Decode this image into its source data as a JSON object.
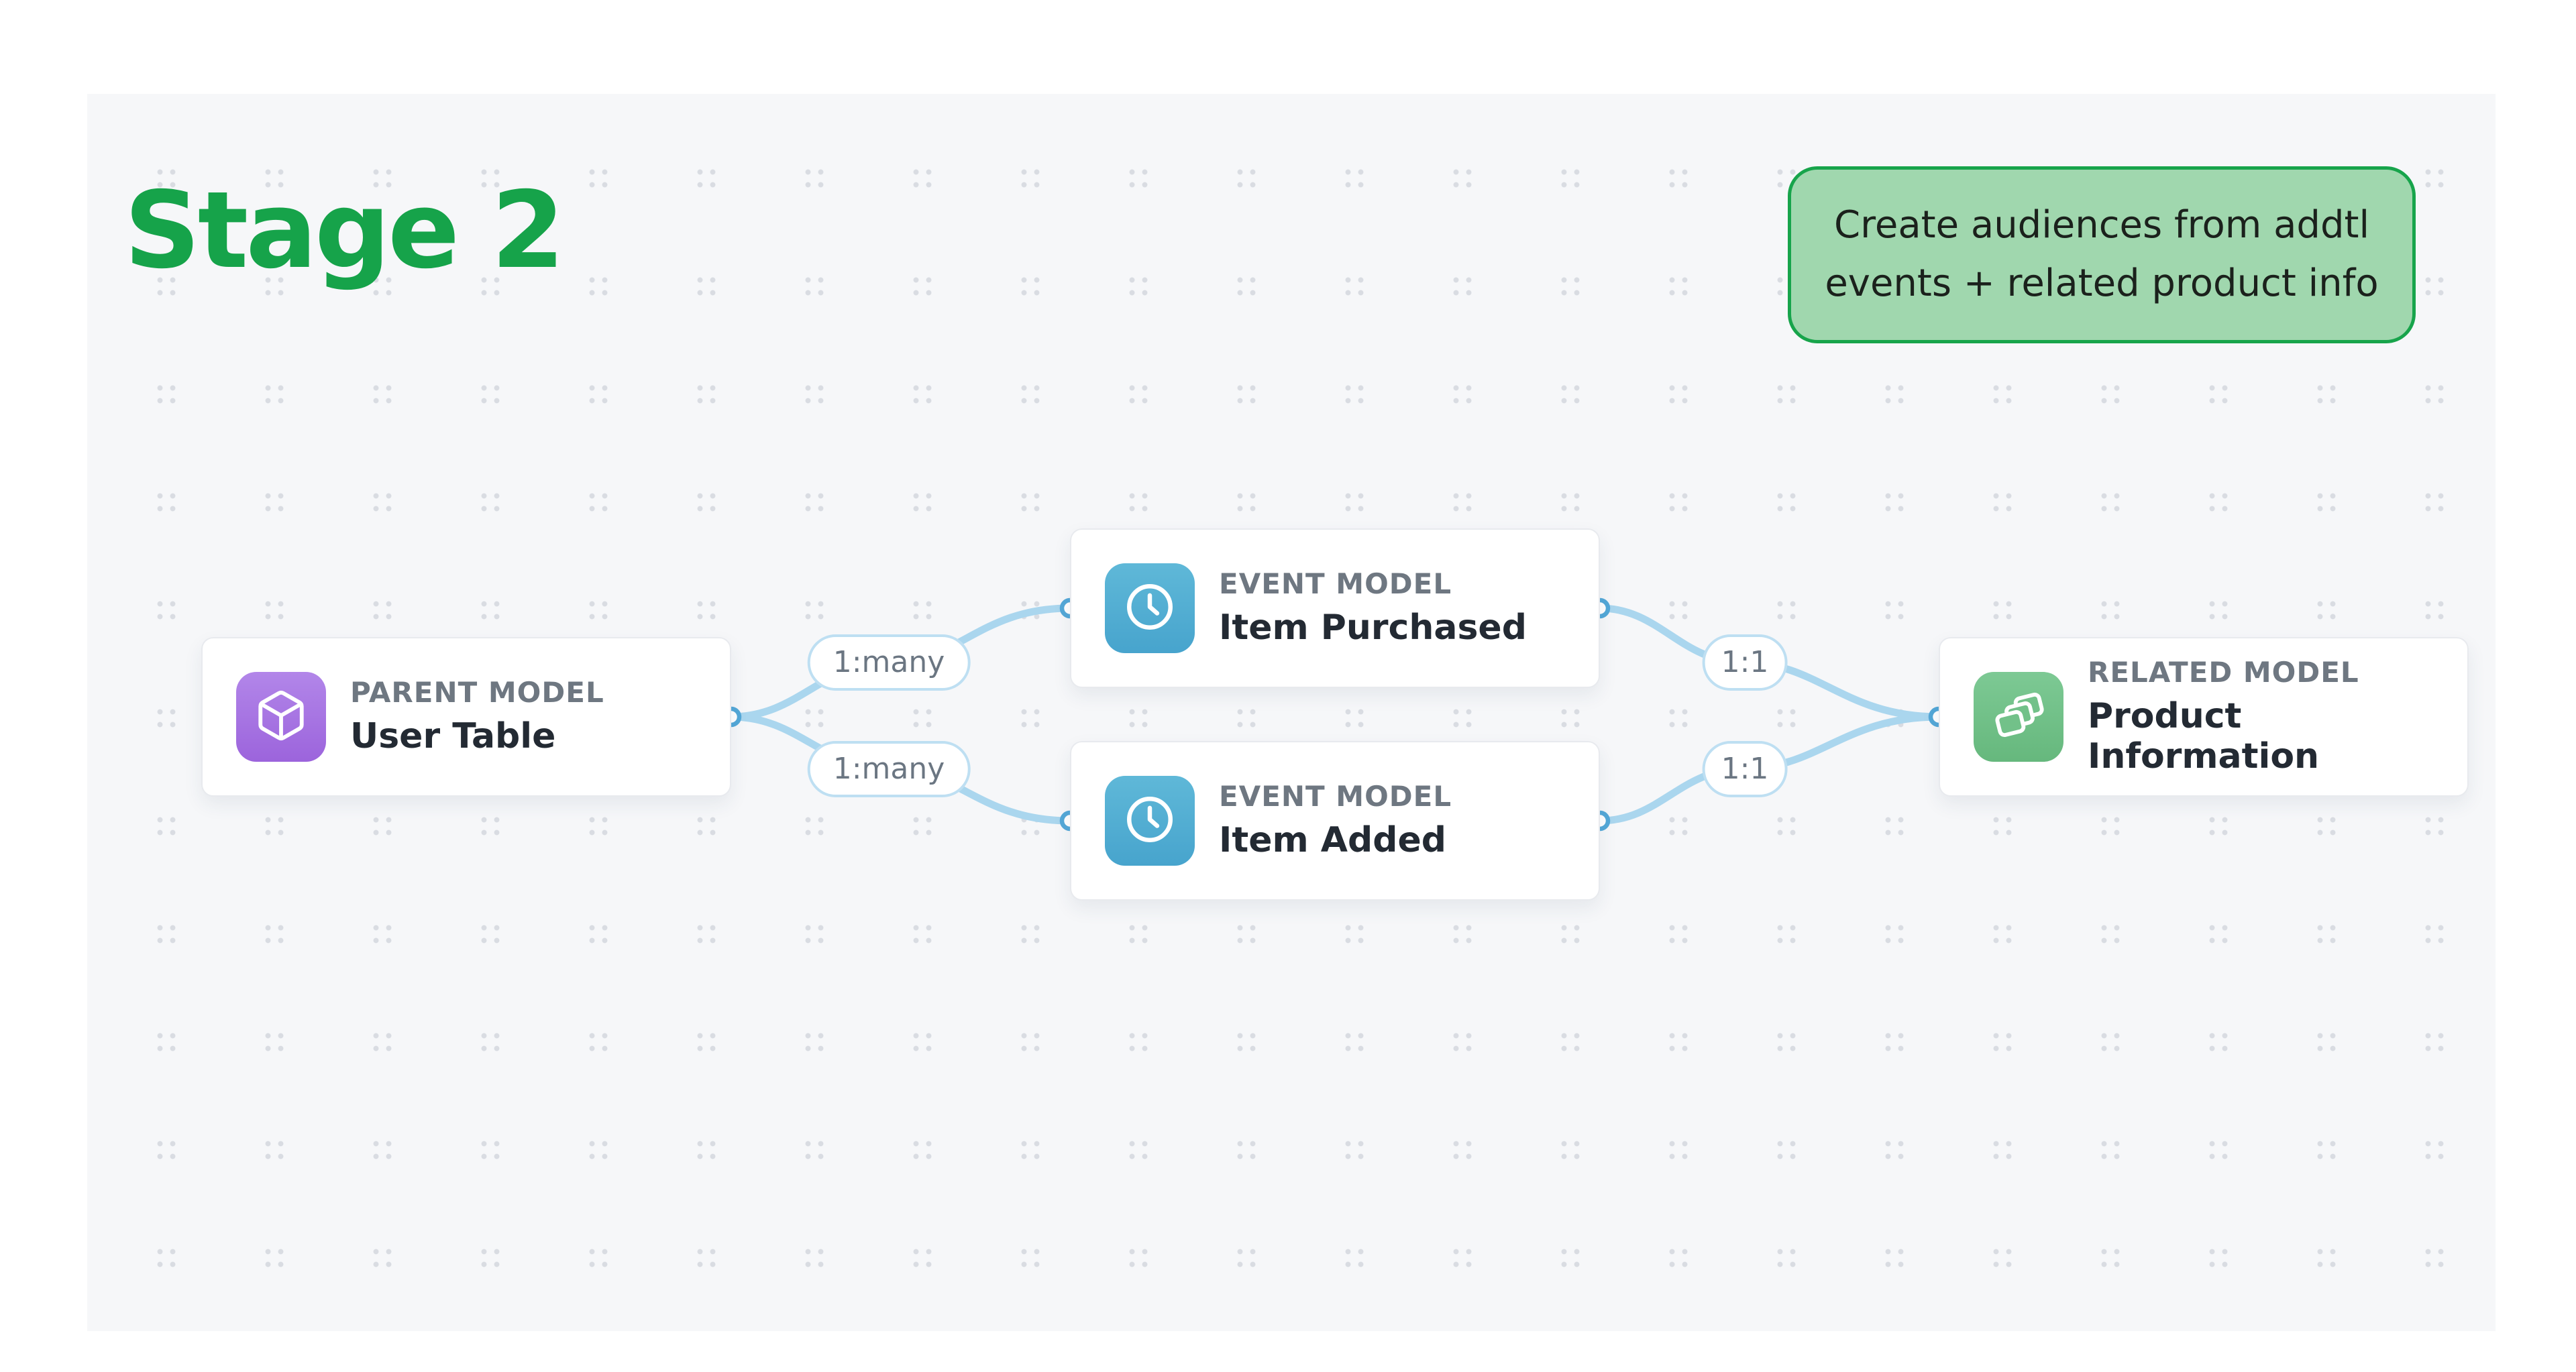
{
  "page": {
    "background": "#ffffff"
  },
  "canvas": {
    "background": "#f6f7f9",
    "dot_color": "#d9dce2"
  },
  "title": {
    "text": "Stage 2",
    "color": "#16a34a"
  },
  "callout": {
    "text": "Create audiences from addtl events + related product info",
    "bg": "#a0d7ae",
    "border_color": "#17a44b",
    "text_color": "#1b211c"
  },
  "nodes": [
    {
      "label": "PARENT MODEL",
      "name": "User Table",
      "icon": "cube-icon",
      "tile_color_top": "#b286e9",
      "tile_color_bottom": "#9c64dc"
    },
    {
      "label": "EVENT MODEL",
      "name": "Item Purchased",
      "icon": "clock-icon",
      "tile_color_top": "#5fb8d8",
      "tile_color_bottom": "#47a4cd"
    },
    {
      "label": "EVENT MODEL",
      "name": "Item Added",
      "icon": "clock-icon",
      "tile_color_top": "#5fb8d8",
      "tile_color_bottom": "#47a4cd"
    },
    {
      "label": "RELATED MODEL",
      "name": "Product Information",
      "icon": "layers-icon",
      "tile_color_top": "#7dc994",
      "tile_color_bottom": "#66b87d"
    }
  ],
  "edges": {
    "line_color": "#aad6ee",
    "port_ring_color": "#54a8d8",
    "labels": [
      "1:many",
      "1:many",
      "1:1",
      "1:1"
    ]
  }
}
